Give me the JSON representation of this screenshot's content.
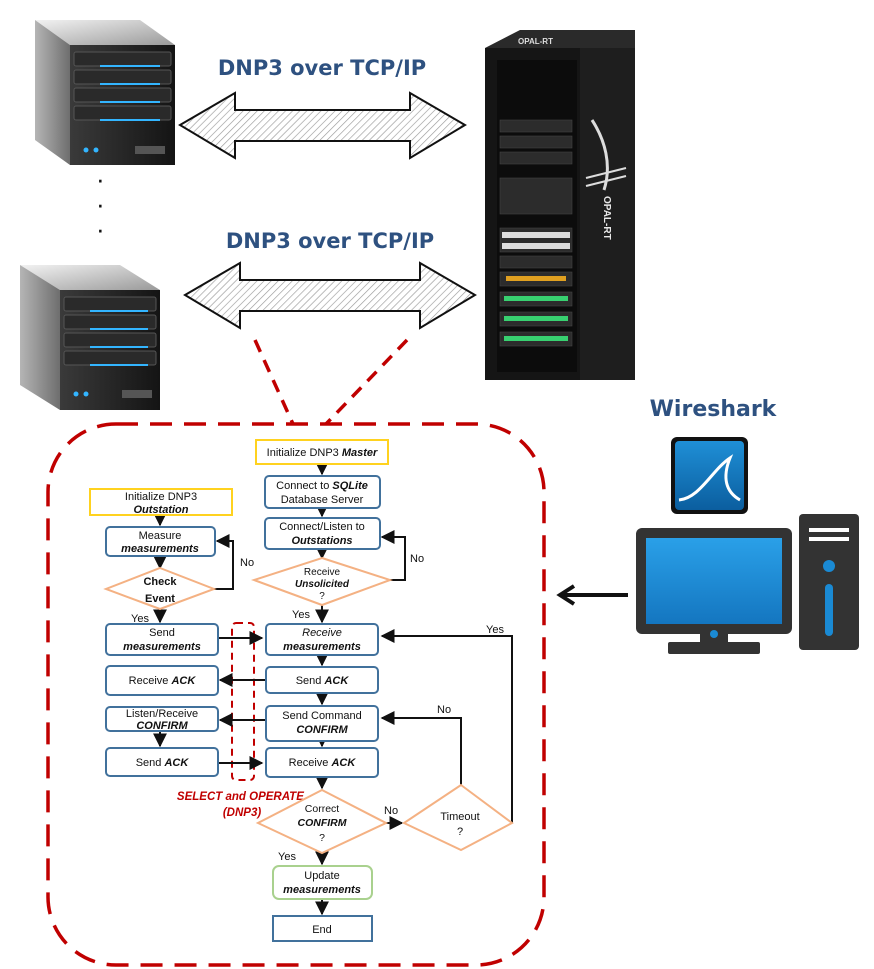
{
  "links": {
    "top_label": "DNP3 over TCP/IP",
    "bottom_label": "DNP3 over TCP/IP",
    "ellipsis": "·\n·\n·"
  },
  "wireshark": {
    "label": "Wireshark"
  },
  "rack": {
    "brand_top": "OPAL-RT",
    "brand_side": "OPAL-RT"
  },
  "outstation": {
    "init": "Initialize DNP3",
    "init_em": "Outstation",
    "measure": "Measure",
    "measure_em": "measurements",
    "check": "Check",
    "check2": "Event",
    "no": "No",
    "yes": "Yes",
    "send": "Send",
    "send_em": "measurements",
    "receive_ack": "Receive ",
    "receive_ack_em": "ACK",
    "listen": "Listen/Receive",
    "listen_em": "CONFIRM",
    "send_ack": "Send ",
    "send_ack_em": "ACK"
  },
  "master": {
    "init": "Initialize DNP3 ",
    "init_em": "Master",
    "connect": "Connect to ",
    "connect_em": "SQLite",
    "connect2": "Database Server",
    "listen": "Connect/Listen to",
    "listen_em": "Outstations",
    "recv_unsol": "Receive",
    "recv_unsol_em": "Unsolicited",
    "recv_unsol_q": "?",
    "no": "No",
    "yes": "Yes",
    "receive": "Receive",
    "receive_em": "measurements",
    "send_ack": "Send ",
    "send_ack_em": "ACK",
    "send_cmd": "Send Command",
    "send_cmd_em": "CONFIRM",
    "receive_ack": "Receive ",
    "receive_ack_em": "ACK",
    "correct": "Correct",
    "correct_em": "CONFIRM",
    "correct_q": "?",
    "no2": "No",
    "yes2": "Yes",
    "timeout": "Timeout",
    "timeout_q": "?",
    "no3": "No",
    "yes3": "Yes",
    "update": "Update",
    "update_em": "measurements",
    "end": "End"
  },
  "select_operate": {
    "line1": "SELECT and OPERATE",
    "line2": "(DNP3)"
  },
  "colors": {
    "box_border": "#41719c",
    "yellow_border": "#ffd21f",
    "diamond_border": "#f4b183",
    "green_border": "#a9d18e",
    "red_dash": "#c00000",
    "title_blue": "#2e5180"
  }
}
